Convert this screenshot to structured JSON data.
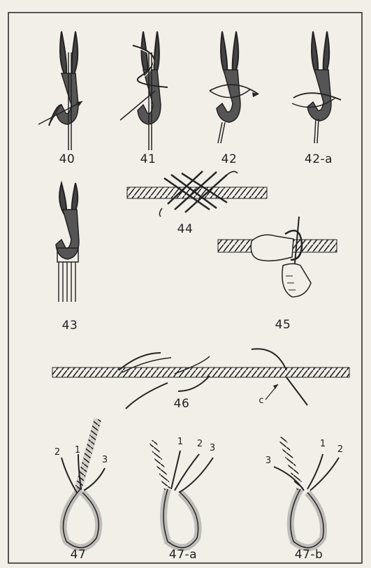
{
  "figures": {
    "f40": "40",
    "f41": "41",
    "f42": "42",
    "f42a": "42-a",
    "f43": "43",
    "f44": "44",
    "f45": "45",
    "f46": "46",
    "f47": "47",
    "f47a": "47-a",
    "f47b": "47-b"
  },
  "callouts": {
    "c46": "c",
    "s47_1": "1",
    "s47_2": "2",
    "s47_3": "3",
    "s47a_1": "1",
    "s47a_2": "2",
    "s47a_3": "3",
    "s47b_1": "1",
    "s47b_2": "2",
    "s47b_3": "3"
  },
  "colors": {
    "paper": "#f2efe8",
    "ink": "#222222",
    "hook": "#4a4a4a"
  }
}
